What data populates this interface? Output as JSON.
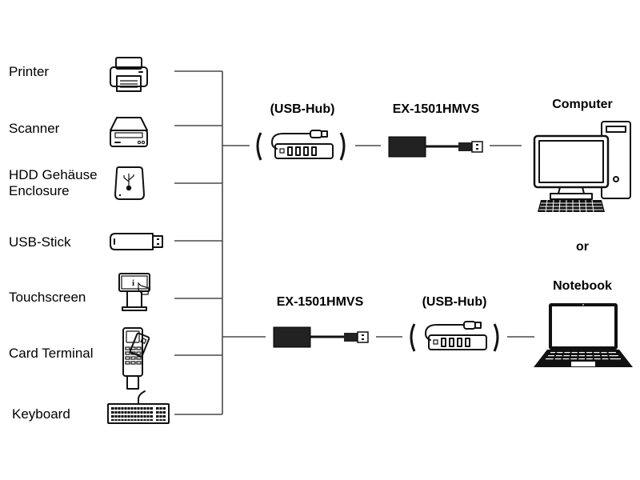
{
  "devices": [
    {
      "label": "Printer",
      "icon": "printer-icon"
    },
    {
      "label": "Scanner",
      "icon": "scanner-icon"
    },
    {
      "label_line1": "HDD Gehäuse",
      "label_line2": "Enclosure",
      "icon": "hdd-enclosure-icon"
    },
    {
      "label": "USB-Stick",
      "icon": "usb-stick-icon"
    },
    {
      "label": "Touchscreen",
      "icon": "touchscreen-kiosk-icon"
    },
    {
      "label": "Card Terminal",
      "icon": "card-terminal-icon"
    },
    {
      "label": "Keyboard",
      "icon": "keyboard-icon"
    }
  ],
  "upper_path": {
    "hub_label": "(USB-Hub)",
    "adapter_label": "EX-1501HMVS",
    "target_label": "Computer"
  },
  "separator": "or",
  "lower_path": {
    "adapter_label": "EX-1501HMVS",
    "hub_label": "(USB-Hub)",
    "target_label": "Notebook"
  }
}
